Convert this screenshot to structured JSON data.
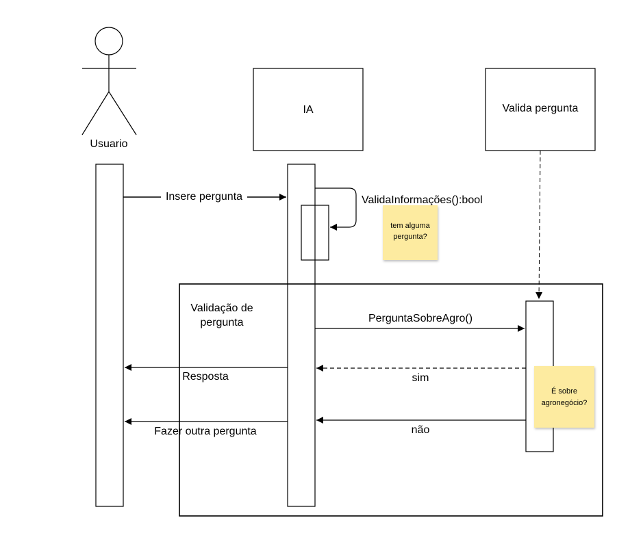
{
  "actor": {
    "label": "Usuario"
  },
  "participants": {
    "ia": "IA",
    "valida": "Valida pergunta"
  },
  "messages": {
    "insere": "Insere pergunta",
    "self_call": "ValidaInformações():bool",
    "pergunta_sobre_agro": "PerguntaSobreAgro()",
    "sim": "sim",
    "nao": "não",
    "resposta": "Resposta",
    "fazer_outra": "Fazer outra pergunta"
  },
  "fragment": {
    "label_line1": "Validação de",
    "label_line2": "pergunta"
  },
  "notes": {
    "note1": [
      "tem alguma",
      "pergunta?"
    ],
    "note2": [
      "É sobre",
      "agronegócio?"
    ]
  },
  "colors": {
    "note": "#fdeba0",
    "activation_self": "#cfd5dd",
    "line": "#000000"
  }
}
